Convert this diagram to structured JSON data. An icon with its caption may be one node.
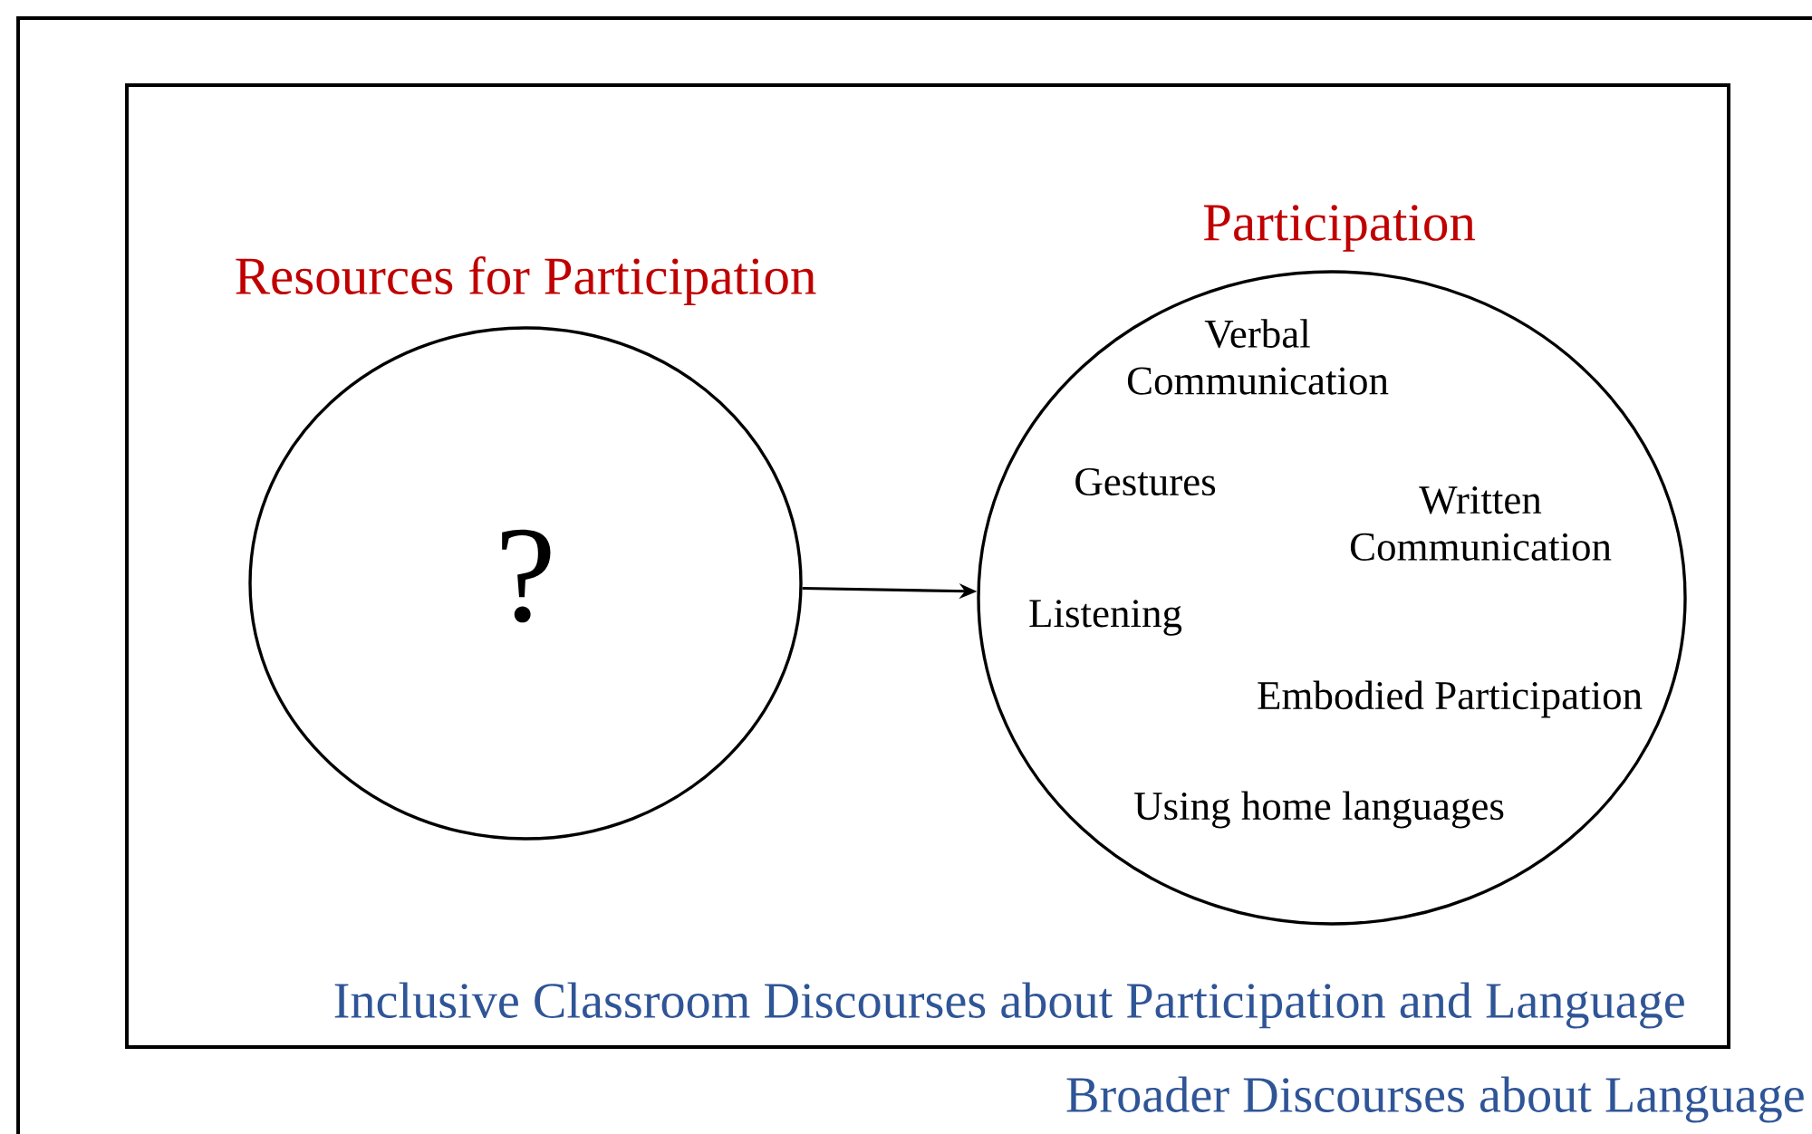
{
  "diagram": {
    "nodes": [
      {
        "text": [
          "Broader Discourses about Language"
        ]
      },
      {
        "text": [
          "Inclusive Classroom Discourses about Participation and Language"
        ],
        "in": 0
      },
      {
        "text": [
          "Resources for Participation",
          "?"
        ],
        "in": 1
      },
      {
        "text": [
          "Participation",
          "Verbal Communication",
          "Gestures",
          "Written Communication",
          "Listening",
          "Embodied Participation",
          "Using home languages"
        ],
        "in": 1
      }
    ],
    "edges": [
      {
        "from": 2,
        "to": 3,
        "arrow": "to"
      }
    ]
  }
}
